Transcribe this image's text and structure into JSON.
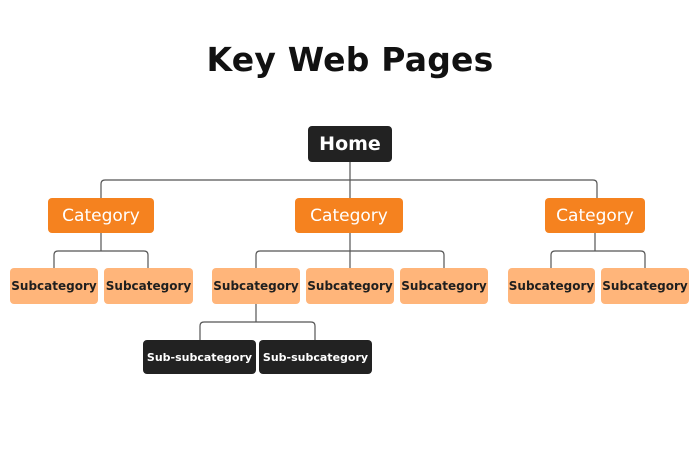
{
  "title": "Key Web Pages",
  "root": {
    "label": "Home"
  },
  "categories": [
    {
      "label": "Category",
      "subcategories": [
        {
          "label": "Subcategory"
        },
        {
          "label": "Subcategory"
        }
      ]
    },
    {
      "label": "Category",
      "subcategories": [
        {
          "label": "Subcategory",
          "children": [
            {
              "label": "Sub-subcategory"
            },
            {
              "label": "Sub-subcategory"
            }
          ]
        },
        {
          "label": "Subcategory"
        },
        {
          "label": "Subcategory"
        }
      ]
    },
    {
      "label": "Category",
      "subcategories": [
        {
          "label": "Subcategory"
        },
        {
          "label": "Subcategory"
        }
      ]
    }
  ],
  "colors": {
    "root": "#222222",
    "category": "#f5821f",
    "subcategory": "#ffb57a",
    "sub_subcategory": "#222222",
    "connector": "#555555"
  }
}
